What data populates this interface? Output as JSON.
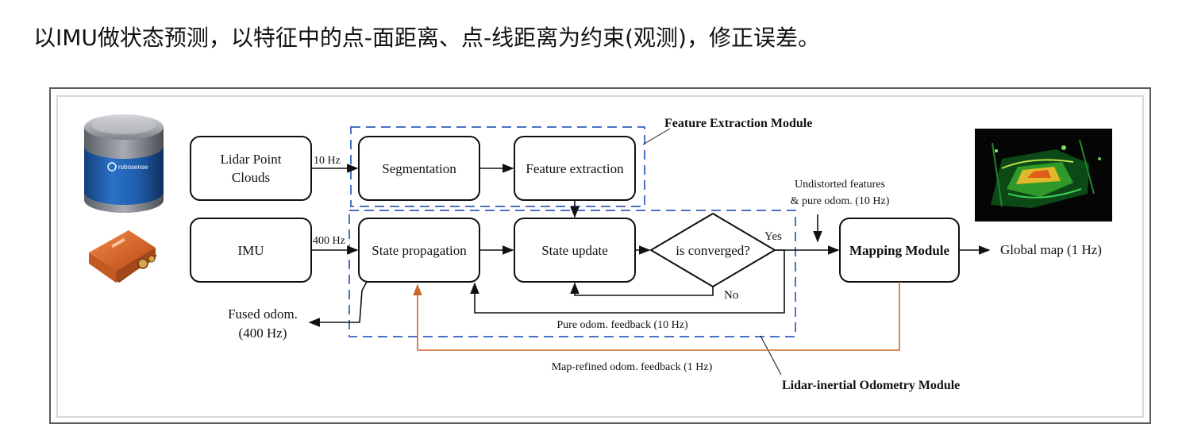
{
  "heading": "以IMU做状态预测，以特征中的点-面距离、点-线距离为约束(观测)，修正误差。",
  "diagram": {
    "nodes": {
      "lidar": [
        "Lidar Point",
        "Clouds"
      ],
      "imu": "IMU",
      "segmentation": "Segmentation",
      "feature_extraction": "Feature extraction",
      "state_propagation": "State propagation",
      "state_update": "State update",
      "decision": "is converged?",
      "mapping": "Mapping Module"
    },
    "edge_labels": {
      "lidar_rate": "10 Hz",
      "imu_rate": "400 Hz",
      "yes": "Yes",
      "no": "No",
      "undistorted": [
        "Undistorted features",
        "& pure odom. (10 Hz)"
      ],
      "global_map": "Global map (1 Hz)",
      "fused_odom": [
        "Fused odom.",
        "(400 Hz)"
      ],
      "pure_feedback": "Pure odom. feedback (10 Hz)",
      "map_feedback": "Map-refined odom. feedback (1 Hz)"
    },
    "modules": {
      "feature_extraction": "Feature Extraction Module",
      "lidar_inertial": "Lidar-inertial Odometry Module"
    },
    "sensor_logo": "robosense",
    "colors": {
      "dashed_module": "#4a72c4",
      "map_feedback": "#c8692a",
      "lidar_body": "#2a72c8",
      "imu_body": "#e06a2c"
    }
  }
}
